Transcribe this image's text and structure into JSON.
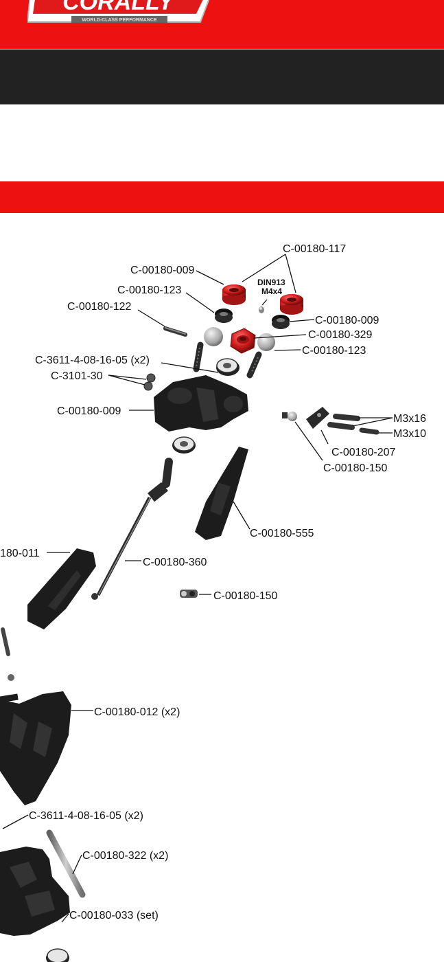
{
  "colors": {
    "brand_red": "#ee1111",
    "nav_dark": "#222222",
    "part_red": "#cc1a1a",
    "part_black": "#1c1c1c"
  },
  "header": {
    "logo_text": "CORALLY",
    "logo_tagline": "WORLD-CLASS PERFORMANCE"
  },
  "diagram": {
    "labels": {
      "c117": "C-00180-117",
      "c009_a": "C-00180-009",
      "din913": "DIN913",
      "m4x4": "M4x4",
      "c123_a": "C-00180-123",
      "c122": "C-00180-122",
      "c009_b": "C-00180-009",
      "c329": "C-00180-329",
      "c123_b": "C-00180-123",
      "c3611_a": "C-3611-4-08-16-05 (x2)",
      "c3101": "C-3101-30",
      "c009_c": "C-00180-009",
      "m3x16": "M3x16",
      "m3x10": "M3x10",
      "c207": "C-00180-207",
      "c150_a": "C-00180-150",
      "c555": "C-00180-555",
      "c011": "180-011",
      "c360": "C-00180-360",
      "c150_b": "C-00180-150",
      "c012": "C-00180-012 (x2)",
      "c3611_b": "C-3611-4-08-16-05 (x2)",
      "c322": "C-00180-322 (x2)",
      "c033": "C-00180-033 (set)"
    }
  }
}
